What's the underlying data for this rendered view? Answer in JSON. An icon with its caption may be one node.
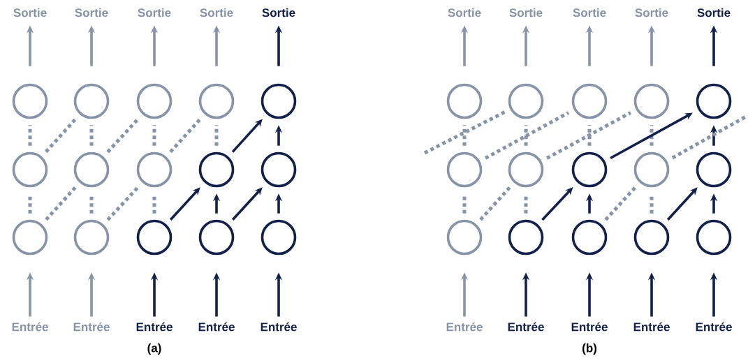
{
  "diagram": {
    "nodes": [
      {
        "text": [
          "Sortie"
        ]
      },
      {
        "text": [
          "Sortie"
        ]
      },
      {
        "text": [
          "Sortie"
        ]
      },
      {
        "text": [
          "Sortie"
        ]
      },
      {
        "text": [
          "Sortie"
        ]
      },
      {
        "text": [],
        "shape": "circle"
      },
      {
        "text": [],
        "shape": "circle"
      },
      {
        "text": [],
        "shape": "circle"
      },
      {
        "text": [],
        "shape": "circle"
      },
      {
        "text": [],
        "shape": "circle"
      },
      {
        "text": [],
        "shape": "circle"
      },
      {
        "text": [],
        "shape": "circle"
      },
      {
        "text": [],
        "shape": "circle"
      },
      {
        "text": [],
        "shape": "circle"
      },
      {
        "text": [],
        "shape": "circle"
      },
      {
        "text": [],
        "shape": "circle"
      },
      {
        "text": [],
        "shape": "circle"
      },
      {
        "text": [],
        "shape": "circle"
      },
      {
        "text": [],
        "shape": "circle"
      },
      {
        "text": [],
        "shape": "circle"
      },
      {
        "text": [
          "Entrée"
        ]
      },
      {
        "text": [
          "Entrée"
        ]
      },
      {
        "text": [
          "Entrée"
        ]
      },
      {
        "text": [
          "Entrée"
        ]
      },
      {
        "text": [
          "Entrée"
        ]
      },
      {
        "text": [
          "Sortie"
        ]
      },
      {
        "text": [
          "Sortie"
        ]
      },
      {
        "text": [
          "Sortie"
        ]
      },
      {
        "text": [
          "Sortie"
        ]
      },
      {
        "text": [
          "Sortie"
        ]
      },
      {
        "text": [],
        "shape": "circle"
      },
      {
        "text": [],
        "shape": "circle"
      },
      {
        "text": [],
        "shape": "circle"
      },
      {
        "text": [],
        "shape": "circle"
      },
      {
        "text": [],
        "shape": "circle"
      },
      {
        "text": [],
        "shape": "circle"
      },
      {
        "text": [],
        "shape": "circle"
      },
      {
        "text": [],
        "shape": "circle"
      },
      {
        "text": [],
        "shape": "circle"
      },
      {
        "text": [],
        "shape": "circle"
      },
      {
        "text": [],
        "shape": "circle"
      },
      {
        "text": [],
        "shape": "circle"
      },
      {
        "text": [],
        "shape": "circle"
      },
      {
        "text": [],
        "shape": "circle"
      },
      {
        "text": [],
        "shape": "circle"
      },
      {
        "text": [
          "Entrée"
        ]
      },
      {
        "text": [
          "Entrée"
        ]
      },
      {
        "text": [
          "Entrée"
        ]
      },
      {
        "text": [
          "Entrée"
        ]
      },
      {
        "text": [
          "Entrée"
        ]
      }
    ],
    "edges": [
      {
        "from": 20,
        "to": 15,
        "arrow": "to"
      },
      {
        "from": 21,
        "to": 16,
        "arrow": "to"
      },
      {
        "from": 22,
        "to": 17,
        "arrow": "to",
        "color": "#13214a"
      },
      {
        "from": 23,
        "to": 18,
        "arrow": "to",
        "color": "#13214a"
      },
      {
        "from": 24,
        "to": 19,
        "arrow": "to",
        "color": "#13214a"
      },
      {
        "from": 15,
        "to": 10,
        "arrow": "none",
        "style": "dashed"
      },
      {
        "from": 16,
        "to": 11,
        "arrow": "none",
        "style": "dashed"
      },
      {
        "from": 17,
        "to": 12,
        "arrow": "none",
        "style": "dashed"
      },
      {
        "from": 18,
        "to": 13,
        "arrow": "to",
        "color": "#13214a"
      },
      {
        "from": 19,
        "to": 14,
        "arrow": "to",
        "color": "#13214a"
      },
      {
        "from": 15,
        "to": 11,
        "arrow": "none",
        "style": "dashed"
      },
      {
        "from": 16,
        "to": 12,
        "arrow": "none",
        "style": "dashed"
      },
      {
        "from": 17,
        "to": 13,
        "arrow": "to",
        "color": "#13214a"
      },
      {
        "from": 18,
        "to": 14,
        "arrow": "to",
        "color": "#13214a"
      },
      {
        "from": 10,
        "to": 5,
        "arrow": "none",
        "style": "dashed"
      },
      {
        "from": 11,
        "to": 6,
        "arrow": "none",
        "style": "dashed"
      },
      {
        "from": 12,
        "to": 7,
        "arrow": "none",
        "style": "dashed"
      },
      {
        "from": 13,
        "to": 8,
        "arrow": "none",
        "style": "dashed"
      },
      {
        "from": 14,
        "to": 9,
        "arrow": "to",
        "color": "#13214a"
      },
      {
        "from": 10,
        "to": 6,
        "arrow": "none",
        "style": "dashed"
      },
      {
        "from": 11,
        "to": 7,
        "arrow": "none",
        "style": "dashed"
      },
      {
        "from": 12,
        "to": 8,
        "arrow": "none",
        "style": "dashed"
      },
      {
        "from": 13,
        "to": 9,
        "arrow": "to",
        "color": "#13214a"
      },
      {
        "from": 5,
        "to": 0,
        "arrow": "to"
      },
      {
        "from": 6,
        "to": 1,
        "arrow": "to"
      },
      {
        "from": 7,
        "to": 2,
        "arrow": "to"
      },
      {
        "from": 8,
        "to": 3,
        "arrow": "to"
      },
      {
        "from": 9,
        "to": 4,
        "arrow": "to",
        "color": "#13214a"
      },
      {
        "from": 45,
        "to": 40,
        "arrow": "to"
      },
      {
        "from": 46,
        "to": 41,
        "arrow": "to",
        "color": "#13214a"
      },
      {
        "from": 47,
        "to": 42,
        "arrow": "to",
        "color": "#13214a"
      },
      {
        "from": 48,
        "to": 43,
        "arrow": "to",
        "color": "#13214a"
      },
      {
        "from": 49,
        "to": 44,
        "arrow": "to",
        "color": "#13214a"
      },
      {
        "from": 40,
        "to": 35,
        "arrow": "none",
        "style": "dashed"
      },
      {
        "from": 41,
        "to": 36,
        "arrow": "none",
        "style": "dashed"
      },
      {
        "from": 42,
        "to": 37,
        "arrow": "to",
        "color": "#13214a"
      },
      {
        "from": 43,
        "to": 38,
        "arrow": "none",
        "style": "dashed"
      },
      {
        "from": 44,
        "to": 39,
        "arrow": "to",
        "color": "#13214a"
      },
      {
        "from": 40,
        "to": 36,
        "arrow": "none",
        "style": "dashed"
      },
      {
        "from": 41,
        "to": 37,
        "arrow": "to",
        "color": "#13214a"
      },
      {
        "from": 42,
        "to": 38,
        "arrow": "none",
        "style": "dashed"
      },
      {
        "from": 43,
        "to": 39,
        "arrow": "to",
        "color": "#13214a"
      },
      {
        "from": 35,
        "to": 30,
        "arrow": "none",
        "style": "dashed"
      },
      {
        "from": 36,
        "to": 31,
        "arrow": "none",
        "style": "dashed"
      },
      {
        "from": 37,
        "to": 32,
        "arrow": "none",
        "style": "dashed"
      },
      {
        "from": 38,
        "to": 33,
        "arrow": "none",
        "style": "dashed"
      },
      {
        "from": 39,
        "to": 34,
        "arrow": "to",
        "color": "#13214a"
      },
      {
        "from": null,
        "to": 31,
        "arrow": "none",
        "style": "dashed"
      },
      {
        "from": 35,
        "to": 32,
        "arrow": "none",
        "style": "dashed"
      },
      {
        "from": 36,
        "to": 33,
        "arrow": "none",
        "style": "dashed"
      },
      {
        "from": 37,
        "to": 34,
        "arrow": "to",
        "color": "#13214a"
      },
      {
        "from": 38,
        "to": null,
        "arrow": "none",
        "style": "dashed"
      },
      {
        "from": 30,
        "to": 25,
        "arrow": "to"
      },
      {
        "from": 31,
        "to": 26,
        "arrow": "to"
      },
      {
        "from": 32,
        "to": 27,
        "arrow": "to"
      },
      {
        "from": 33,
        "to": 28,
        "arrow": "to"
      },
      {
        "from": 34,
        "to": 29,
        "arrow": "to",
        "color": "#13214a"
      }
    ],
    "labels": [
      "(a)",
      "(b)"
    ]
  }
}
